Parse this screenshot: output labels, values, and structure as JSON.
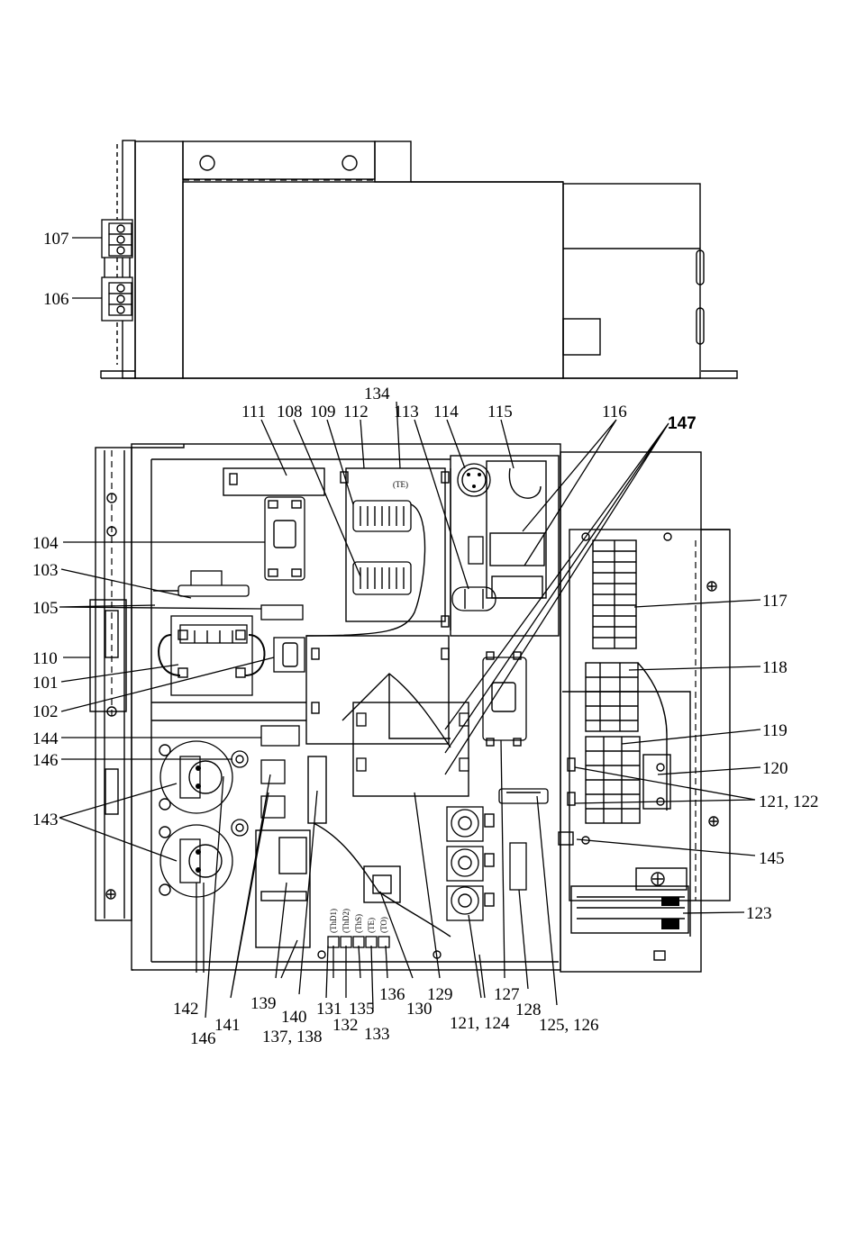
{
  "diagram": {
    "callouts": [
      {
        "id": "c107",
        "text": "107"
      },
      {
        "id": "c106",
        "text": "106"
      },
      {
        "id": "c111",
        "text": "111"
      },
      {
        "id": "c108",
        "text": "108"
      },
      {
        "id": "c109",
        "text": "109"
      },
      {
        "id": "c112",
        "text": "112"
      },
      {
        "id": "c134",
        "text": "134"
      },
      {
        "id": "c113",
        "text": "113"
      },
      {
        "id": "c114",
        "text": "114"
      },
      {
        "id": "c115",
        "text": "115"
      },
      {
        "id": "c116",
        "text": "116"
      },
      {
        "id": "c147",
        "text": "147"
      },
      {
        "id": "c104",
        "text": "104"
      },
      {
        "id": "c103",
        "text": "103"
      },
      {
        "id": "c105",
        "text": "105"
      },
      {
        "id": "c110",
        "text": "110"
      },
      {
        "id": "c101",
        "text": "101"
      },
      {
        "id": "c102",
        "text": "102"
      },
      {
        "id": "c144",
        "text": "144"
      },
      {
        "id": "c146a",
        "text": "146"
      },
      {
        "id": "c143",
        "text": "143"
      },
      {
        "id": "c117",
        "text": "117"
      },
      {
        "id": "c118",
        "text": "118"
      },
      {
        "id": "c119",
        "text": "119"
      },
      {
        "id": "c120",
        "text": "120"
      },
      {
        "id": "c121_122",
        "text": "121, 122"
      },
      {
        "id": "c145",
        "text": "145"
      },
      {
        "id": "c123",
        "text": "123"
      },
      {
        "id": "c142",
        "text": "142"
      },
      {
        "id": "c146b",
        "text": "146"
      },
      {
        "id": "c141",
        "text": "141"
      },
      {
        "id": "c139",
        "text": "139"
      },
      {
        "id": "c140",
        "text": "140"
      },
      {
        "id": "c137_138",
        "text": "137, 138"
      },
      {
        "id": "c131",
        "text": "131"
      },
      {
        "id": "c132",
        "text": "132"
      },
      {
        "id": "c135",
        "text": "135"
      },
      {
        "id": "c133",
        "text": "133"
      },
      {
        "id": "c136",
        "text": "136"
      },
      {
        "id": "c130",
        "text": "130"
      },
      {
        "id": "c129",
        "text": "129"
      },
      {
        "id": "c121_124",
        "text": "121, 124"
      },
      {
        "id": "c127",
        "text": "127"
      },
      {
        "id": "c128",
        "text": "128"
      },
      {
        "id": "c125_126",
        "text": "125, 126"
      }
    ],
    "component_labels": {
      "te_top": "(TE)",
      "thd1": "(ThD1)",
      "thd2": "(ThD2)",
      "ths": "(ThS)",
      "te": "(TE)",
      "to": "(TO)"
    }
  }
}
